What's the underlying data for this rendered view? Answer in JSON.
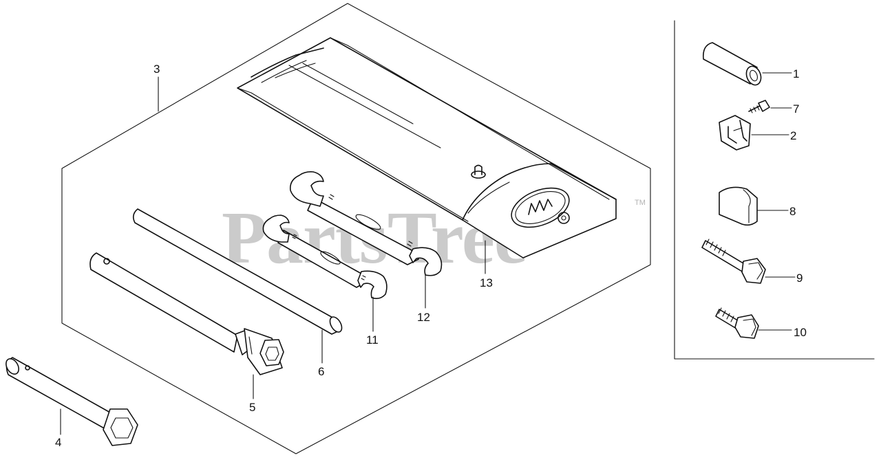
{
  "watermark": {
    "text": "PartsTree",
    "trademark": "TM",
    "color": "#a0a0a0"
  },
  "callouts": {
    "c1": "1",
    "c2": "2",
    "c3": "3",
    "c4": "4",
    "c5": "5",
    "c6": "6",
    "c7": "7",
    "c8": "8",
    "c9": "9",
    "c10": "10",
    "c11": "11",
    "c12": "12",
    "c13": "13"
  },
  "colors": {
    "line": "#111111",
    "background": "#ffffff"
  }
}
